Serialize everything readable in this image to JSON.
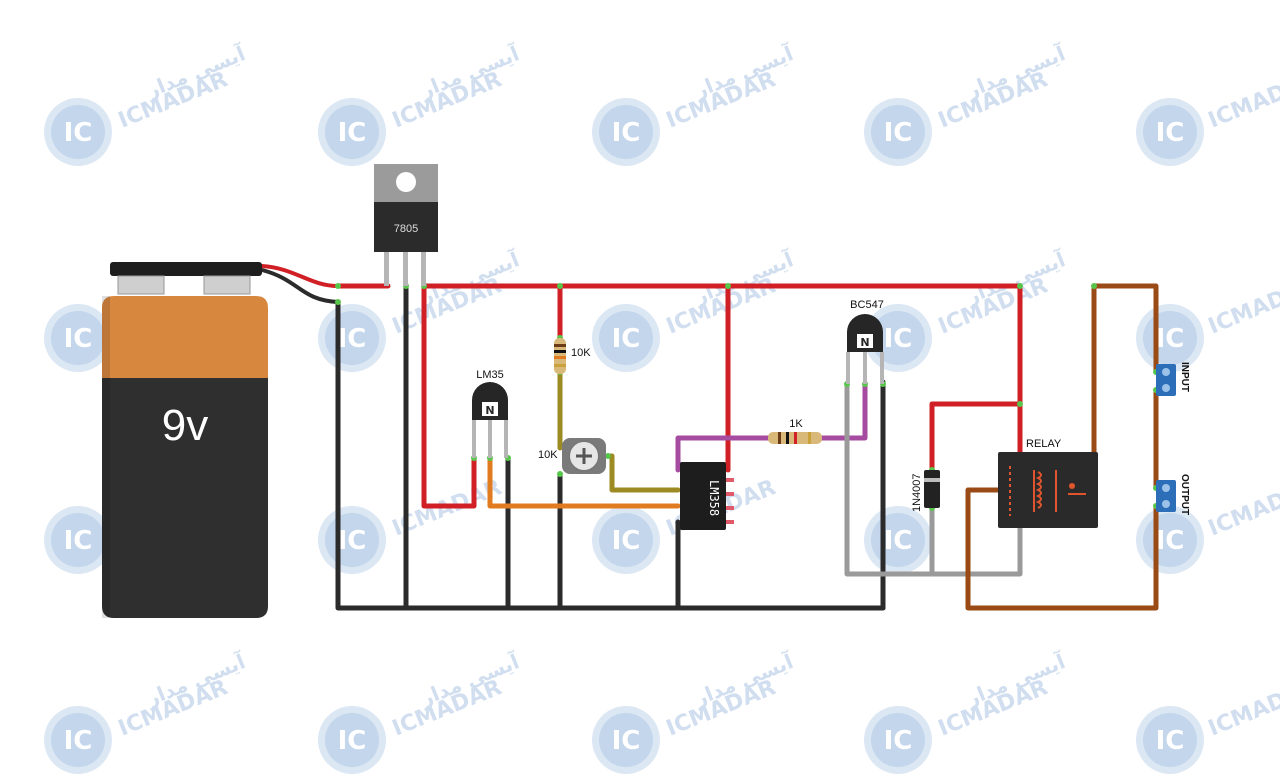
{
  "battery": {
    "label": "9v"
  },
  "regulator": {
    "label": "7805"
  },
  "sensor": {
    "label": "LM35"
  },
  "resistor_top": {
    "label": "10K"
  },
  "potentiometer": {
    "label": "10K"
  },
  "opamp": {
    "label": "LM358"
  },
  "resistor_base": {
    "label": "1K"
  },
  "transistor": {
    "label": "BC547"
  },
  "diode": {
    "label": "1N4007"
  },
  "relay": {
    "label": "RELAY"
  },
  "terminal_input": {
    "label": "INPUT"
  },
  "terminal_output": {
    "label": "OUTPUT"
  },
  "watermark": {
    "brand": "ICMADAR",
    "brand_fa": "آیسی مدار",
    "logo": "IC"
  },
  "colors": {
    "power_wire": "#d11f26",
    "ground_wire": "#2b2b2b",
    "signal_wire": "#e07b1f",
    "pot_wire": "#9c8a22",
    "opamp_out_wire": "#a54ba0",
    "relay_wire": "#9a9a9a",
    "load_wire": "#9a4a14",
    "battery_top": "#d8873f",
    "battery_body": "#2f2f2f"
  }
}
